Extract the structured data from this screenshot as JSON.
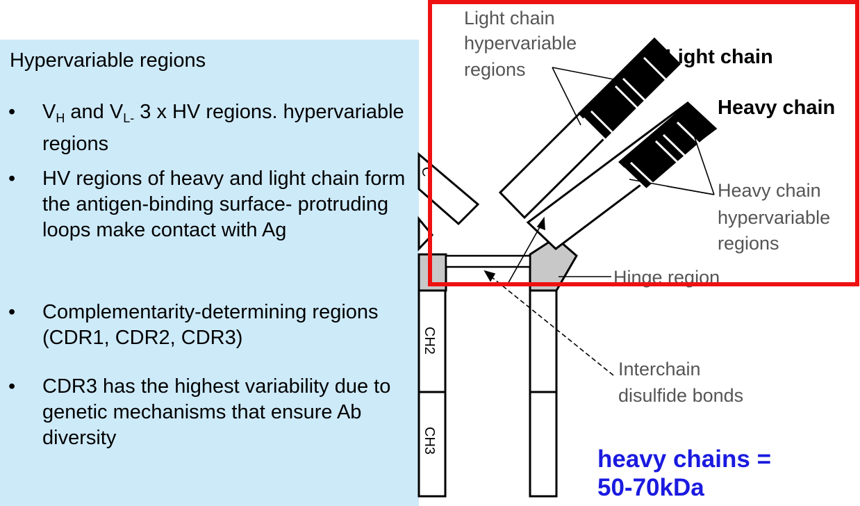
{
  "panel": {
    "title": "Hypervariable regions",
    "bullets": [
      {
        "vh_base": "V",
        "vh_sub": "H",
        "and": " and ",
        "vl_base": "V",
        "vl_sub": "L-",
        "rest": " 3 x HV regions. hypervariable regions"
      },
      {
        "text": "HV regions of heavy and light chain form the antigen-binding surface- protruding loops make contact with Ag"
      },
      {
        "text": "Complementarity-determining regions (CDR1, CDR2, CDR3)"
      },
      {
        "text": "CDR3 has the highest variability due to genetic mechanisms that ensure Ab diversity"
      }
    ],
    "bullet_glyph": "•"
  },
  "diagram": {
    "light_chain_hv_label": [
      "Light chain",
      "hypervariable",
      "regions"
    ],
    "light_chain_label": "Light chain",
    "heavy_chain_label": "Heavy chain",
    "heavy_chain_hv_label": [
      "Heavy chain",
      "hypervariable",
      "regions"
    ],
    "hinge_label": "Hinge region",
    "disulfide_label": [
      "Interchain",
      "disulfide bonds"
    ],
    "ch2_label": "CH2",
    "ch3_label": "CH3",
    "highlight_color": "#ee1111",
    "hinge_fill": "#c8c8c8"
  },
  "note": {
    "line1": "heavy chains =",
    "line2": "50-70kDa",
    "color": "#1a1ae0"
  }
}
